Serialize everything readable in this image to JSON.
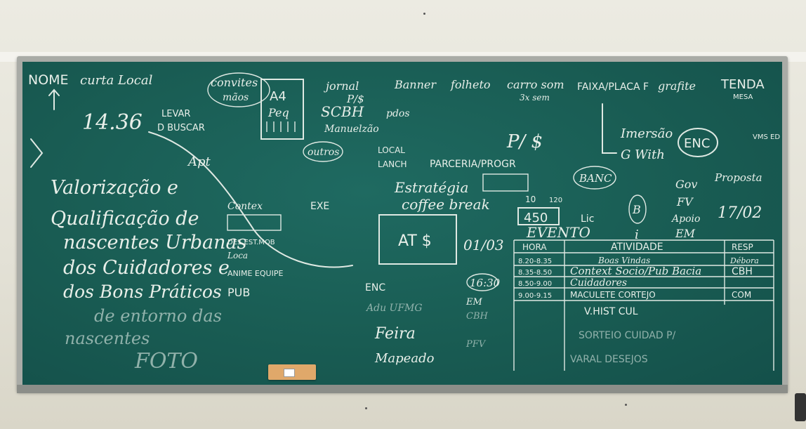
{
  "board": {
    "headers": {
      "nome": "NOME",
      "curta_local": "curta Local",
      "convites_maos": "convites",
      "maos": "mãos",
      "a4": "A4",
      "peq": "Peq",
      "jornal": "jornal",
      "p_dollar": "P/$",
      "banner": "Banner",
      "folheto": "folheto",
      "carro_som": "carro som",
      "three_x_semana": "3x sem",
      "faixa_placa": "FAIXA/PLACA F",
      "grafite": "grafite",
      "tenda": "TENDA",
      "mesa": "MESA"
    },
    "left_notes": {
      "time": "14.36",
      "levar": "LEVAR",
      "buscar": "D BUSCAR",
      "apt": "Apt",
      "line1": "Valorização e",
      "line2": "Qualificação de",
      "line3": "nascentes Urbanas",
      "line4": "dos Cuidadores e",
      "line5": "dos Bons Práticos",
      "line6": "de entorno das",
      "line7": "nascentes",
      "foto": "FOTO"
    },
    "center_notes": {
      "sjcbh": "SCBH",
      "pdos": "pdos",
      "manuelzao": "Manuelzão",
      "outros": "outros",
      "local": "LOCAL",
      "lanch": "LANCH",
      "parceria": "PARCERIA/PROGR",
      "estrategia": "Estratégia",
      "coffee": "coffee break",
      "exe": "EXE",
      "contex": "Contex",
      "des_est_mob": "DES.EST.MOB",
      "loca": "Loca",
      "anime_equipe": "ANIME EQUIPE",
      "pub": "PUB",
      "ativ_dollar": "AT $",
      "date_01_03": "01/03",
      "time_1630": "16:30",
      "enc": "ENC",
      "adu_ufmg": "Adu UFMG",
      "feira": "Feira",
      "mapa": "Mapeado",
      "em": "EM",
      "cbh": "CBH",
      "pfv": "PFV",
      "p_dollar_big": "P/ $",
      "num_450": "450",
      "lic": "Lic",
      "evento": "EVENTO",
      "banc": "BANC",
      "num_10": "10",
      "num_120": "120"
    },
    "right_notes": {
      "imersao": "Imersão",
      "g_with": "G With",
      "enc": "ENC",
      "b_circle": "B",
      "i_mark": "i",
      "gov": "Gov",
      "fv": "FV",
      "apoio": "Apoio",
      "em": "EM",
      "proposta": "Proposta",
      "date_17_02": "17/02",
      "side": "VMS ED"
    },
    "table": {
      "headers": [
        "HORA",
        "ATIVIDADE",
        "RESP"
      ],
      "rows": [
        [
          "8.20-8.35",
          "Boas Vindas",
          "Débora"
        ],
        [
          "8.35-8.50",
          "Context Socio/Pub Bacia",
          "CBH"
        ],
        [
          "8.50-9.00",
          "Cuidadores",
          ""
        ],
        [
          "9.00-9.15",
          "MACULETE CORTEJO",
          "COM"
        ],
        [
          "",
          "V.HIST   CUL",
          ""
        ],
        [
          "",
          "SORTEIO   CUIDAD P/",
          ""
        ],
        [
          "",
          "VARAL   DESEJOS",
          ""
        ]
      ]
    }
  }
}
